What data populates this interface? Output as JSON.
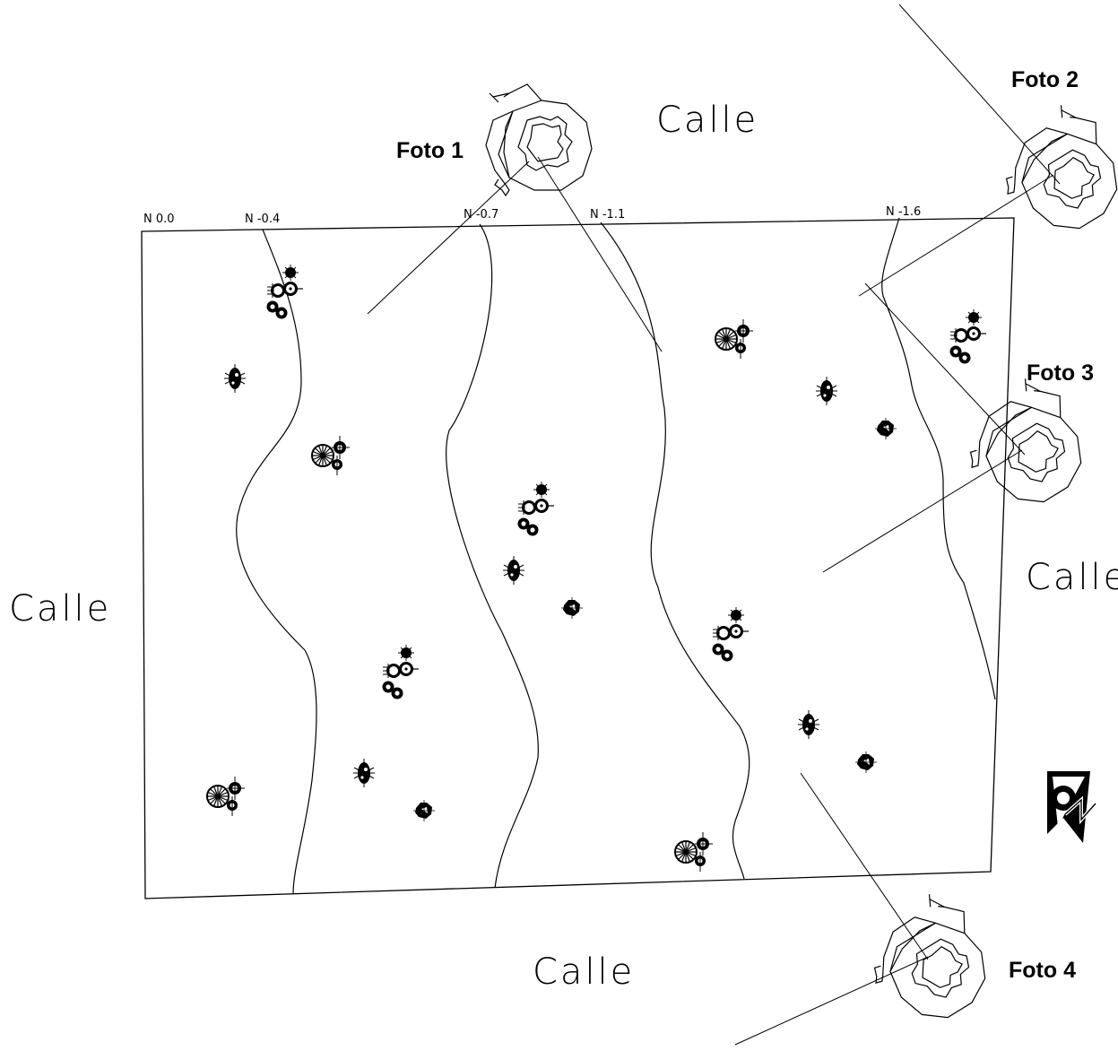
{
  "streets": {
    "top": "Calle",
    "left": "Calle",
    "right": "Calle",
    "bottom": "Calle"
  },
  "levels": [
    "N 0.0",
    "N -0.4",
    "N -0.7",
    "N -1.1",
    "N -1.6"
  ],
  "photos": [
    "Foto 1",
    "Foto 2",
    "Foto 3",
    "Foto 4"
  ],
  "north_arrow": {
    "icon": "north-arrow-icon",
    "letter": "N"
  }
}
